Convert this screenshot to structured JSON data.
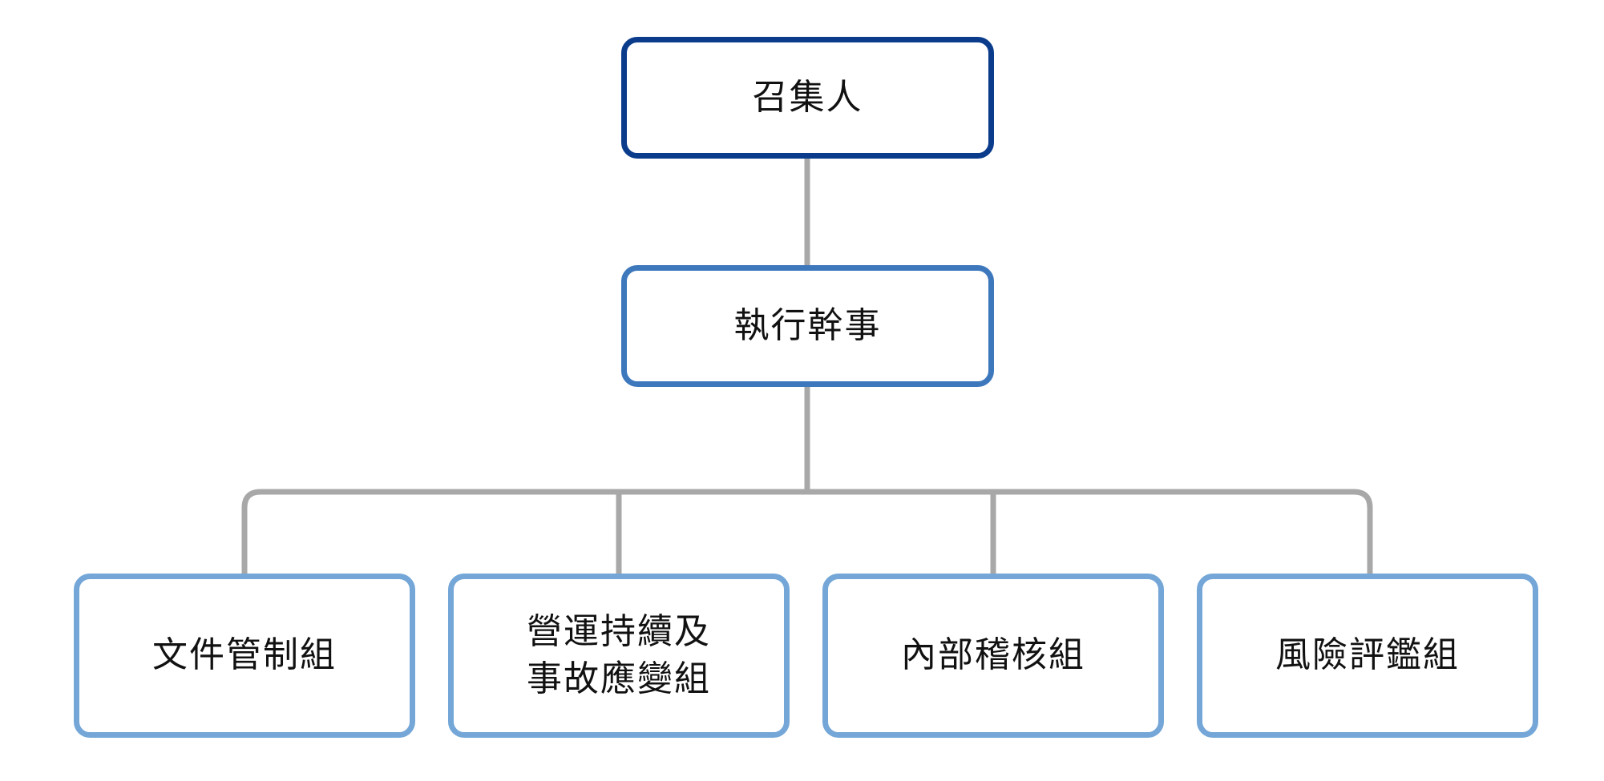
{
  "colors": {
    "level1_border": "#0b3c8c",
    "level2_border": "#3d78bd",
    "level3_border": "#74a7d7",
    "connector": "#a8a8a8"
  },
  "nodes": {
    "top": {
      "label": "召集人"
    },
    "middle": {
      "label": "執行幹事"
    },
    "children": [
      {
        "label": "文件管制組"
      },
      {
        "label": "營運持續及\n事故應變組"
      },
      {
        "label": "內部稽核組"
      },
      {
        "label": "風險評鑑組"
      }
    ]
  }
}
